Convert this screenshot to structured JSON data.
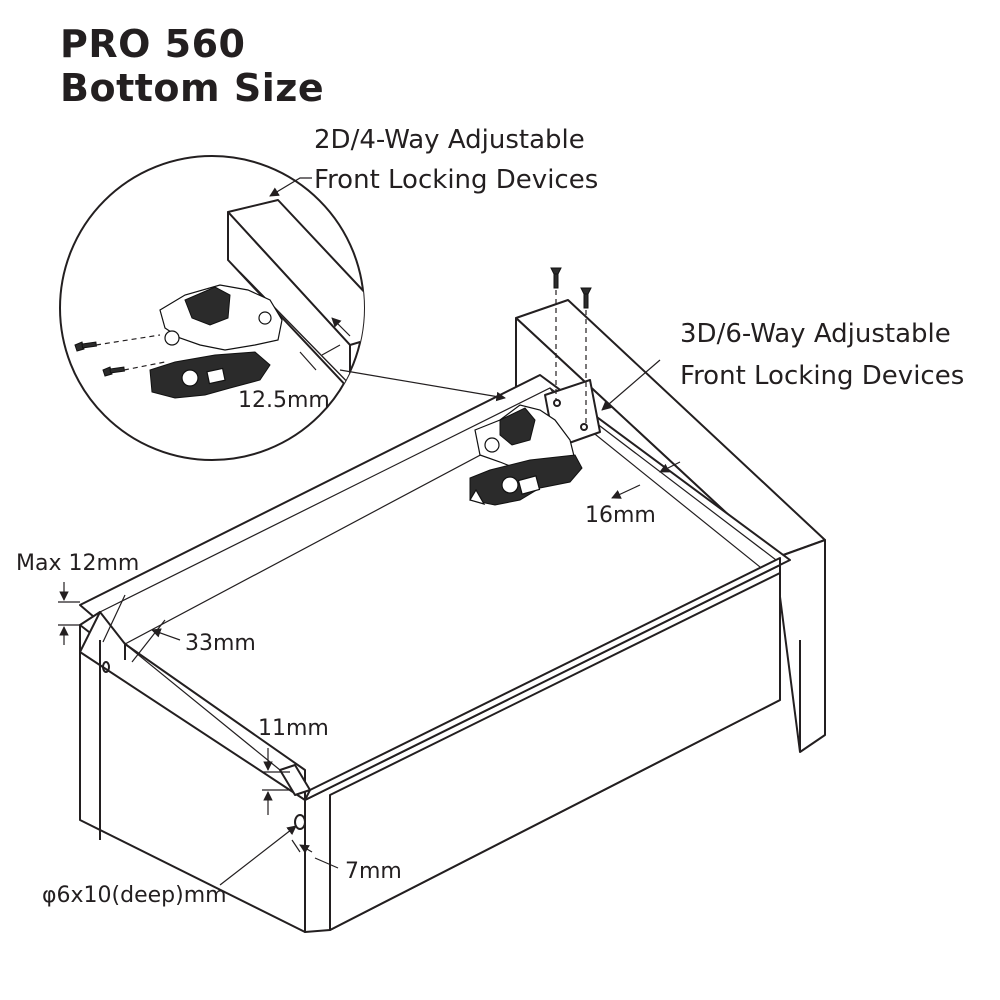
{
  "title": {
    "line1": "PRO 560",
    "line2": "Bottom Size"
  },
  "callouts": {
    "inset_line1": "2D/4-Way Adjustable",
    "inset_line2": "Front Locking Devices",
    "main_line1": "3D/6-Way Adjustable",
    "main_line2": "Front Locking Devices"
  },
  "dimensions": {
    "inset_setback": "12.5mm",
    "main_setback": "16mm",
    "max_thickness": "Max 12mm",
    "groove_depth": "33mm",
    "groove_height": "11mm",
    "hole_offset": "7mm",
    "hole_size": "φ6x10(deep)mm"
  }
}
